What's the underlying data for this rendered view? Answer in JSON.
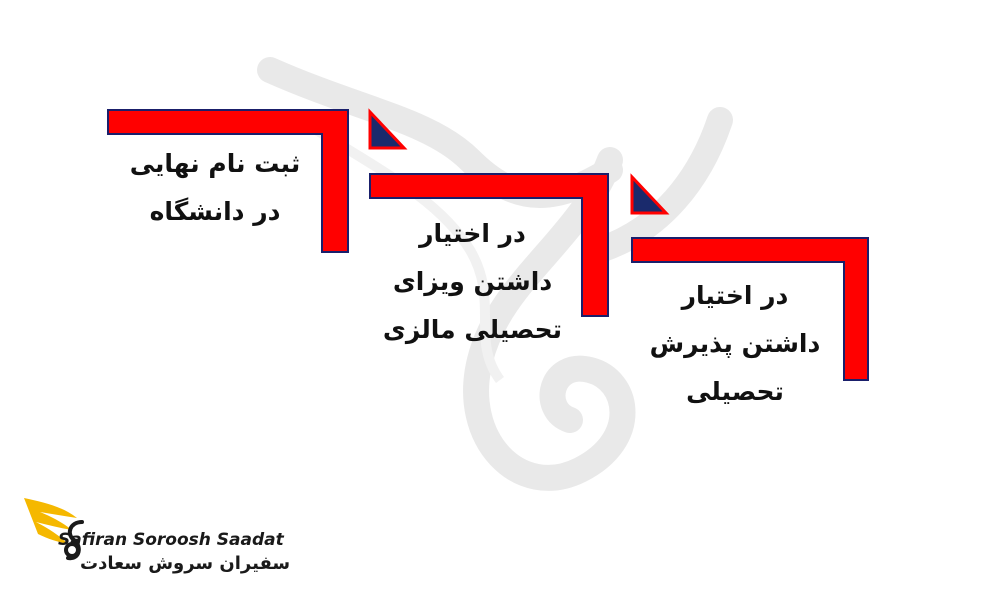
{
  "steps": [
    {
      "lines": [
        "ثبت نام نهایی",
        "در دانشگاه"
      ]
    },
    {
      "lines": [
        "در اختیار",
        "داشتن ویزای",
        "تحصیلی مالزی"
      ]
    },
    {
      "lines": [
        "در اختیار",
        "داشتن پذیرش",
        "تحصیلی"
      ]
    }
  ],
  "brand": {
    "name_en": "Safiran Soroosh Saadat",
    "name_fa": "سفیران سروش سعادت"
  },
  "colors": {
    "bracket_red": "#ff0000",
    "bracket_outline": "#1a1f6b",
    "triangle_navy": "#1a2a6c",
    "logo_gold": "#f5b800"
  }
}
